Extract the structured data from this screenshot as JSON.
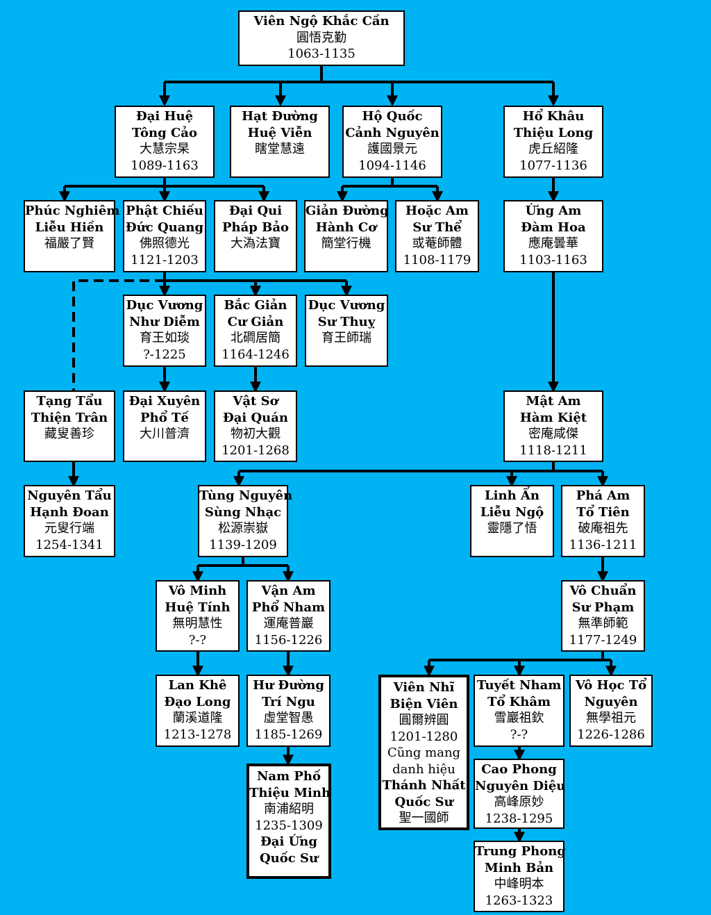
{
  "nodes": [
    {
      "id": "vien-ngo",
      "lines": [
        {
          "t": "Viên Ngộ Khắc Cần",
          "b": true
        },
        {
          "t": "圓悟克勤"
        },
        {
          "t": "1063-1135"
        }
      ]
    },
    {
      "id": "dai-hue",
      "lines": [
        {
          "t": "Đại Huệ",
          "b": true
        },
        {
          "t": "Tông Cảo",
          "b": true
        },
        {
          "t": "大慧宗杲"
        },
        {
          "t": "1089-1163"
        }
      ]
    },
    {
      "id": "hat-duong",
      "lines": [
        {
          "t": "Hạt Đường",
          "b": true
        },
        {
          "t": "Huệ Viễn",
          "b": true
        },
        {
          "t": "瞎堂慧遠"
        }
      ]
    },
    {
      "id": "ho-quoc",
      "lines": [
        {
          "t": "Hộ Quốc",
          "b": true
        },
        {
          "t": "Cảnh Nguyên",
          "b": true
        },
        {
          "t": "護國景元"
        },
        {
          "t": "1094-1146"
        }
      ]
    },
    {
      "id": "ho-khau",
      "lines": [
        {
          "t": "Hổ Khâu",
          "b": true
        },
        {
          "t": "Thiệu Long",
          "b": true
        },
        {
          "t": "虎丘紹隆"
        },
        {
          "t": "1077-1136"
        }
      ]
    },
    {
      "id": "phuc-nghiem",
      "lines": [
        {
          "t": "Phúc Nghiêm",
          "b": true
        },
        {
          "t": "Liễu Hiền",
          "b": true
        },
        {
          "t": "福嚴了賢"
        }
      ]
    },
    {
      "id": "phat-chieu",
      "lines": [
        {
          "t": "Phật Chiếu",
          "b": true
        },
        {
          "t": "Đức Quang",
          "b": true
        },
        {
          "t": "佛照德光"
        },
        {
          "t": "1121-1203"
        }
      ]
    },
    {
      "id": "dai-qui",
      "lines": [
        {
          "t": "Đại Qui",
          "b": true
        },
        {
          "t": "Pháp Bảo",
          "b": true
        },
        {
          "t": "大溈法寶"
        }
      ]
    },
    {
      "id": "gian-duong",
      "lines": [
        {
          "t": "Giản Đường",
          "b": true
        },
        {
          "t": "Hành Cơ",
          "b": true
        },
        {
          "t": "簡堂行機"
        }
      ]
    },
    {
      "id": "hoac-am",
      "lines": [
        {
          "t": "Hoặc Am",
          "b": true
        },
        {
          "t": "Sư Thể",
          "b": true
        },
        {
          "t": "或菴師體"
        },
        {
          "t": "1108-1179"
        }
      ]
    },
    {
      "id": "ung-am",
      "lines": [
        {
          "t": "Ứng Am",
          "b": true
        },
        {
          "t": "Đàm Hoa",
          "b": true
        },
        {
          "t": "應庵曇華"
        },
        {
          "t": "1103-1163"
        }
      ]
    },
    {
      "id": "duc-vuong-1",
      "lines": [
        {
          "t": "Dục Vương",
          "b": true
        },
        {
          "t": "Như Diễm",
          "b": true
        },
        {
          "t": "育王如琰"
        },
        {
          "t": "?-1225"
        }
      ]
    },
    {
      "id": "bac-gian",
      "lines": [
        {
          "t": "Bắc Giản",
          "b": true
        },
        {
          "t": "Cư Giản",
          "b": true
        },
        {
          "t": "北磵居簡"
        },
        {
          "t": "1164-1246"
        }
      ]
    },
    {
      "id": "duc-vuong-2",
      "lines": [
        {
          "t": "Dục Vương",
          "b": true
        },
        {
          "t": "Sư Thuỵ",
          "b": true
        },
        {
          "t": "育王師瑞"
        }
      ]
    },
    {
      "id": "tang-tau",
      "lines": [
        {
          "t": "Tạng Tẩu",
          "b": true
        },
        {
          "t": "Thiện Trân",
          "b": true
        },
        {
          "t": "藏叟善珍"
        }
      ]
    },
    {
      "id": "dai-xuyen",
      "lines": [
        {
          "t": "Đại Xuyên",
          "b": true
        },
        {
          "t": "Phổ Tế",
          "b": true
        },
        {
          "t": "大川普濟"
        }
      ]
    },
    {
      "id": "vat-so",
      "lines": [
        {
          "t": "Vật Sơ",
          "b": true
        },
        {
          "t": "Đại Quán",
          "b": true
        },
        {
          "t": "物初大觀"
        },
        {
          "t": "1201-1268"
        }
      ]
    },
    {
      "id": "mat-am",
      "lines": [
        {
          "t": "Mật Am",
          "b": true
        },
        {
          "t": "Hàm Kiệt",
          "b": true
        },
        {
          "t": "密庵咸傑"
        },
        {
          "t": "1118-1211"
        }
      ]
    },
    {
      "id": "nguyen-tau",
      "lines": [
        {
          "t": "Nguyên Tẩu",
          "b": true
        },
        {
          "t": "Hạnh Đoan",
          "b": true
        },
        {
          "t": "元叟行端"
        },
        {
          "t": "1254-1341"
        }
      ]
    },
    {
      "id": "tung-nguyen",
      "lines": [
        {
          "t": "Tùng Nguyên",
          "b": true
        },
        {
          "t": "Sùng Nhạc",
          "b": true
        },
        {
          "t": "松源崇嶽"
        },
        {
          "t": "1139-1209"
        }
      ]
    },
    {
      "id": "linh-an",
      "lines": [
        {
          "t": "Linh Ẩn",
          "b": true
        },
        {
          "t": "Liễu Ngộ",
          "b": true
        },
        {
          "t": "靈隱了悟"
        }
      ]
    },
    {
      "id": "pha-am",
      "lines": [
        {
          "t": "Phá Am",
          "b": true
        },
        {
          "t": "Tổ Tiên",
          "b": true
        },
        {
          "t": "破庵祖先"
        },
        {
          "t": "1136-1211"
        }
      ]
    },
    {
      "id": "vo-minh",
      "lines": [
        {
          "t": "Vô Minh",
          "b": true
        },
        {
          "t": "Huệ Tính",
          "b": true
        },
        {
          "t": "無明慧性"
        },
        {
          "t": "?-?"
        }
      ]
    },
    {
      "id": "van-am",
      "lines": [
        {
          "t": "Vận Am",
          "b": true
        },
        {
          "t": "Phổ Nham",
          "b": true
        },
        {
          "t": "運庵普巖"
        },
        {
          "t": "1156-1226"
        }
      ]
    },
    {
      "id": "vo-chuan",
      "lines": [
        {
          "t": "Vô Chuẩn",
          "b": true
        },
        {
          "t": "Sư Phạm",
          "b": true
        },
        {
          "t": "無準師範"
        },
        {
          "t": "1177-1249"
        }
      ]
    },
    {
      "id": "lan-khe",
      "lines": [
        {
          "t": "Lan Khê",
          "b": true
        },
        {
          "t": "Đạo Long",
          "b": true
        },
        {
          "t": "蘭溪道隆"
        },
        {
          "t": "1213-1278"
        }
      ]
    },
    {
      "id": "hu-duong",
      "lines": [
        {
          "t": "Hư Đường",
          "b": true
        },
        {
          "t": "Trí Ngu",
          "b": true
        },
        {
          "t": "虛堂智愚"
        },
        {
          "t": "1185-1269"
        }
      ]
    },
    {
      "id": "vien-nhi",
      "lines": [
        {
          "t": "Viên Nhĩ",
          "b": true
        },
        {
          "t": "Biện Viên",
          "b": true
        },
        {
          "t": "圓爾辨圓"
        },
        {
          "t": "1201-1280"
        },
        {
          "t": "Cũng mang"
        },
        {
          "t": "danh hiệu"
        },
        {
          "t": "Thánh Nhất",
          "b": true
        },
        {
          "t": "Quốc Sư",
          "b": true
        },
        {
          "t": "聖一國師"
        }
      ]
    },
    {
      "id": "tuyet-nham",
      "lines": [
        {
          "t": "Tuyết Nham",
          "b": true
        },
        {
          "t": "Tổ Khâm",
          "b": true
        },
        {
          "t": "雪巖祖欽"
        },
        {
          "t": "?-?"
        }
      ]
    },
    {
      "id": "vo-hoc",
      "lines": [
        {
          "t": "Vô Học Tổ",
          "b": true
        },
        {
          "t": "Nguyên",
          "b": true
        },
        {
          "t": "無學祖元"
        },
        {
          "t": "1226-1286"
        }
      ]
    },
    {
      "id": "nam-pho",
      "lines": [
        {
          "t": "Nam Phố",
          "b": true
        },
        {
          "t": "Thiệu Minh",
          "b": true
        },
        {
          "t": "南浦紹明"
        },
        {
          "t": "1235-1309"
        },
        {
          "t": "Đại Ứng",
          "b": true
        },
        {
          "t": "Quốc Sư",
          "b": true
        }
      ]
    },
    {
      "id": "cao-phong",
      "lines": [
        {
          "t": "Cao Phong",
          "b": true
        },
        {
          "t": "Nguyên Diệu",
          "b": true
        },
        {
          "t": "高峰原妙"
        },
        {
          "t": "1238-1295"
        }
      ]
    },
    {
      "id": "trung-phong",
      "lines": [
        {
          "t": "Trung Phong",
          "b": true
        },
        {
          "t": "Minh Bản",
          "b": true
        },
        {
          "t": "中峰明本"
        },
        {
          "t": "1263-1323"
        }
      ]
    }
  ]
}
